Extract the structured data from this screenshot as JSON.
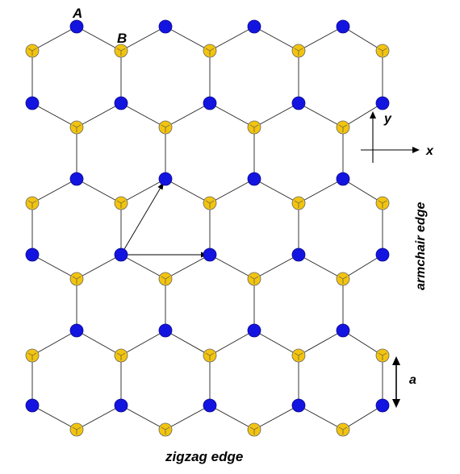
{
  "labels": {
    "sublattice_a": "A",
    "sublattice_b": "B",
    "axis_x": "x",
    "axis_y": "y",
    "lattice_constant": "a",
    "armchair_edge": "armchair edge",
    "zigzag_edge": "zigzag edge"
  },
  "colors": {
    "atom_a": "#1414e0",
    "atom_b": "#f2c40f",
    "bond": "#222222",
    "atom_outline": "#666666"
  }
}
